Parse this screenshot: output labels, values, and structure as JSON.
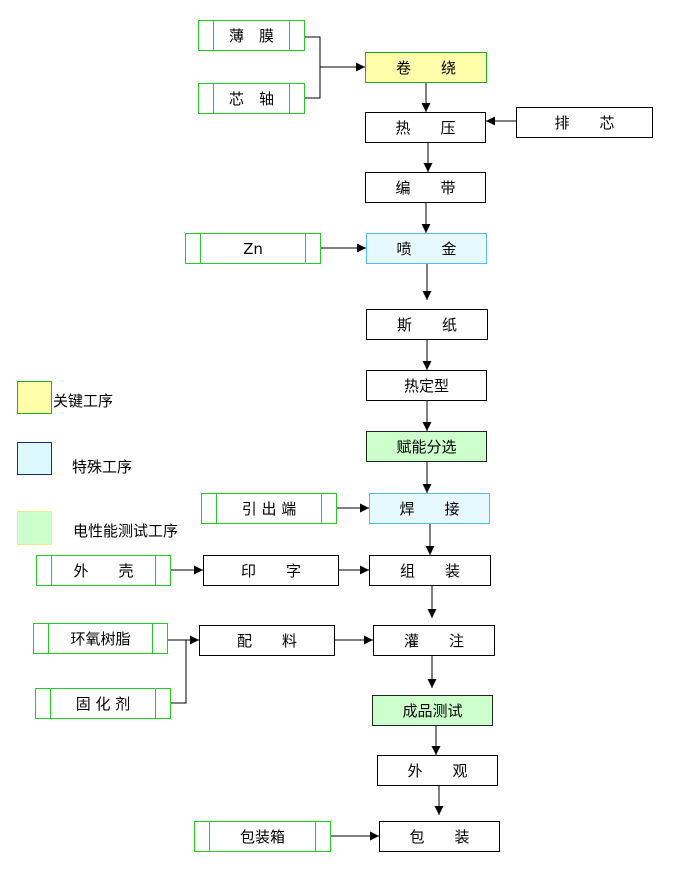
{
  "main_steps": [
    {
      "id": "winding",
      "label": "卷　　绕",
      "style": "key"
    },
    {
      "id": "hot-press",
      "label": "热　　压",
      "style": "plain"
    },
    {
      "id": "tape",
      "label": "编　　带",
      "style": "plain"
    },
    {
      "id": "spray",
      "label": "喷　　金",
      "style": "special"
    },
    {
      "id": "tear-paper",
      "label": "斯　　纸",
      "style": "plain"
    },
    {
      "id": "heat-set",
      "label": "热定型",
      "style": "plain"
    },
    {
      "id": "sorting",
      "label": "赋能分选",
      "style": "test"
    },
    {
      "id": "welding",
      "label": "焊　　接",
      "style": "special"
    },
    {
      "id": "assembly",
      "label": "组　　装",
      "style": "plain"
    },
    {
      "id": "potting",
      "label": "灌　　注",
      "style": "plain"
    },
    {
      "id": "final-test",
      "label": "成品测试",
      "style": "test"
    },
    {
      "id": "appearance",
      "label": "外　　观",
      "style": "plain"
    },
    {
      "id": "packing",
      "label": "包　　装",
      "style": "plain"
    }
  ],
  "side_steps": [
    {
      "id": "film",
      "label": "薄　膜",
      "style": "input"
    },
    {
      "id": "core-shaft",
      "label": "芯　轴",
      "style": "input"
    },
    {
      "id": "core-discharge",
      "label": "排　　芯",
      "style": "plain"
    },
    {
      "id": "zn",
      "label": "Zn",
      "style": "input"
    },
    {
      "id": "lead-terminal",
      "label": "引 出 端",
      "style": "input"
    },
    {
      "id": "shell",
      "label": "外　　壳",
      "style": "input"
    },
    {
      "id": "printing",
      "label": "印　　字",
      "style": "plain"
    },
    {
      "id": "epoxy",
      "label": "环氧树脂",
      "style": "input"
    },
    {
      "id": "mixing",
      "label": "配　　料",
      "style": "plain"
    },
    {
      "id": "curing-agent",
      "label": "固 化 剂",
      "style": "input"
    },
    {
      "id": "packing-box",
      "label": "包装箱",
      "style": "input"
    }
  ],
  "legend": [
    {
      "label": "关键工序",
      "color": "#ffffaa",
      "border": "#22aa22"
    },
    {
      "label": "特殊工序",
      "color": "#ddf8ff",
      "border": "#1a2a88"
    },
    {
      "label": "电性能测试工序",
      "color": "#ccffcc",
      "border": "#eeee88"
    }
  ]
}
